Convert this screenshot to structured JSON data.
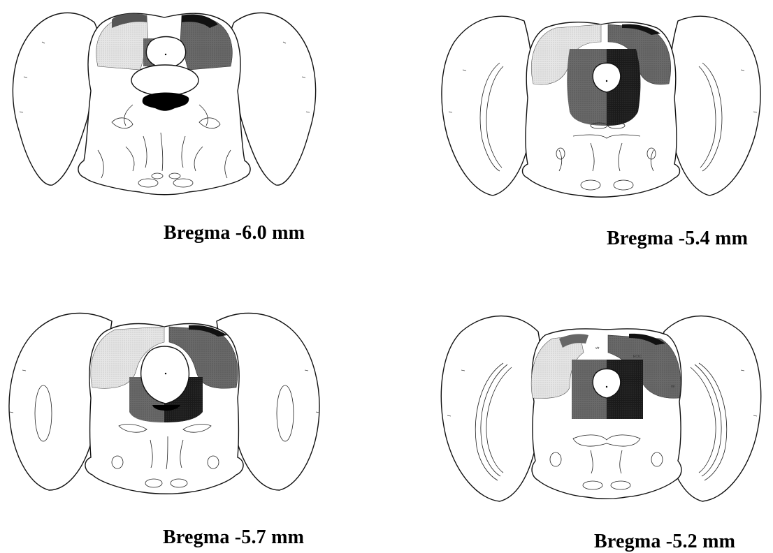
{
  "colors": {
    "light_shade": "#d9d9d9",
    "medium_shade": "#7a7a7a",
    "dark_shade": "#5f5f5f",
    "black_shade": "#111111"
  },
  "panels": [
    {
      "caption": "Bregma -6.0 mm"
    },
    {
      "caption": "Bregma -5.4 mm"
    },
    {
      "caption": "Bregma -5.7 mm"
    },
    {
      "caption": "Bregma -5.2 mm"
    }
  ]
}
